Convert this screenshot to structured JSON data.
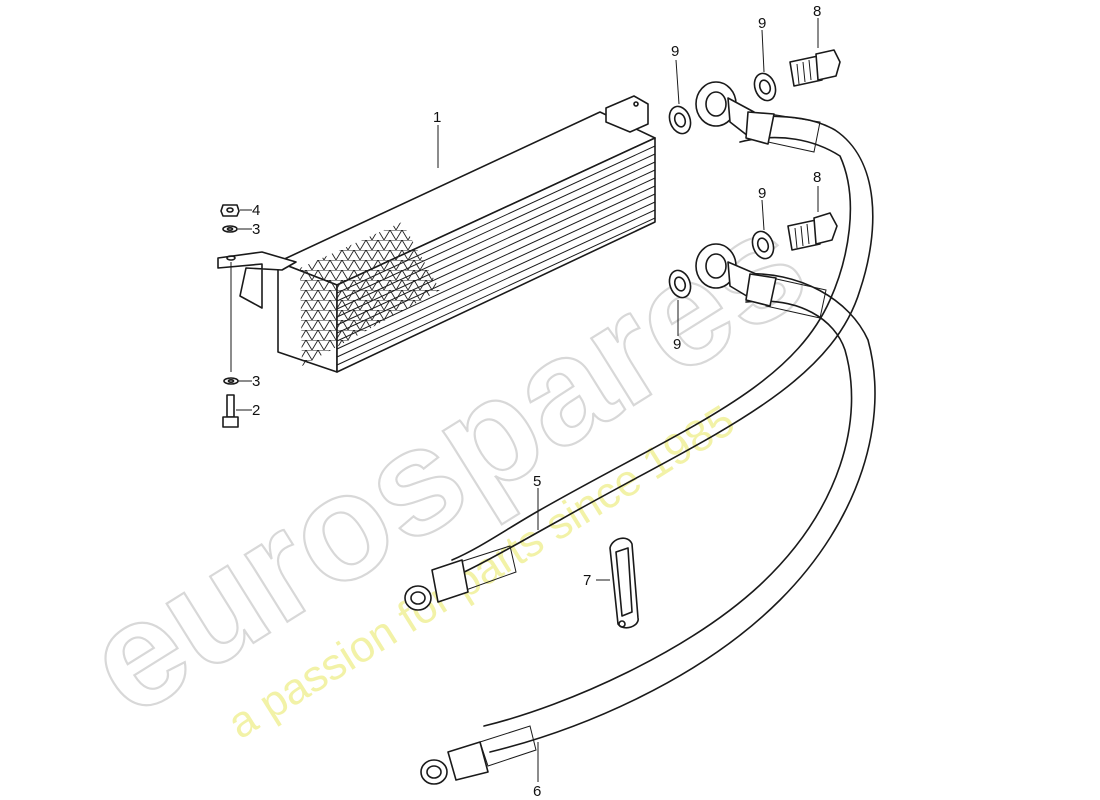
{
  "callouts": {
    "c1": "1",
    "c2": "2",
    "c3a": "3",
    "c3b": "3",
    "c4": "4",
    "c5": "5",
    "c6": "6",
    "c7": "7",
    "c8a": "8",
    "c8b": "8",
    "c9a": "9",
    "c9b": "9",
    "c9c": "9"
  },
  "watermark": {
    "brand": "eurospares",
    "tagline": "a passion for parts since 1985"
  },
  "colors": {
    "line": "#1a1a1a",
    "watermark_outline": "#d8d8d8",
    "watermark_tagline": "#eeee8a"
  }
}
